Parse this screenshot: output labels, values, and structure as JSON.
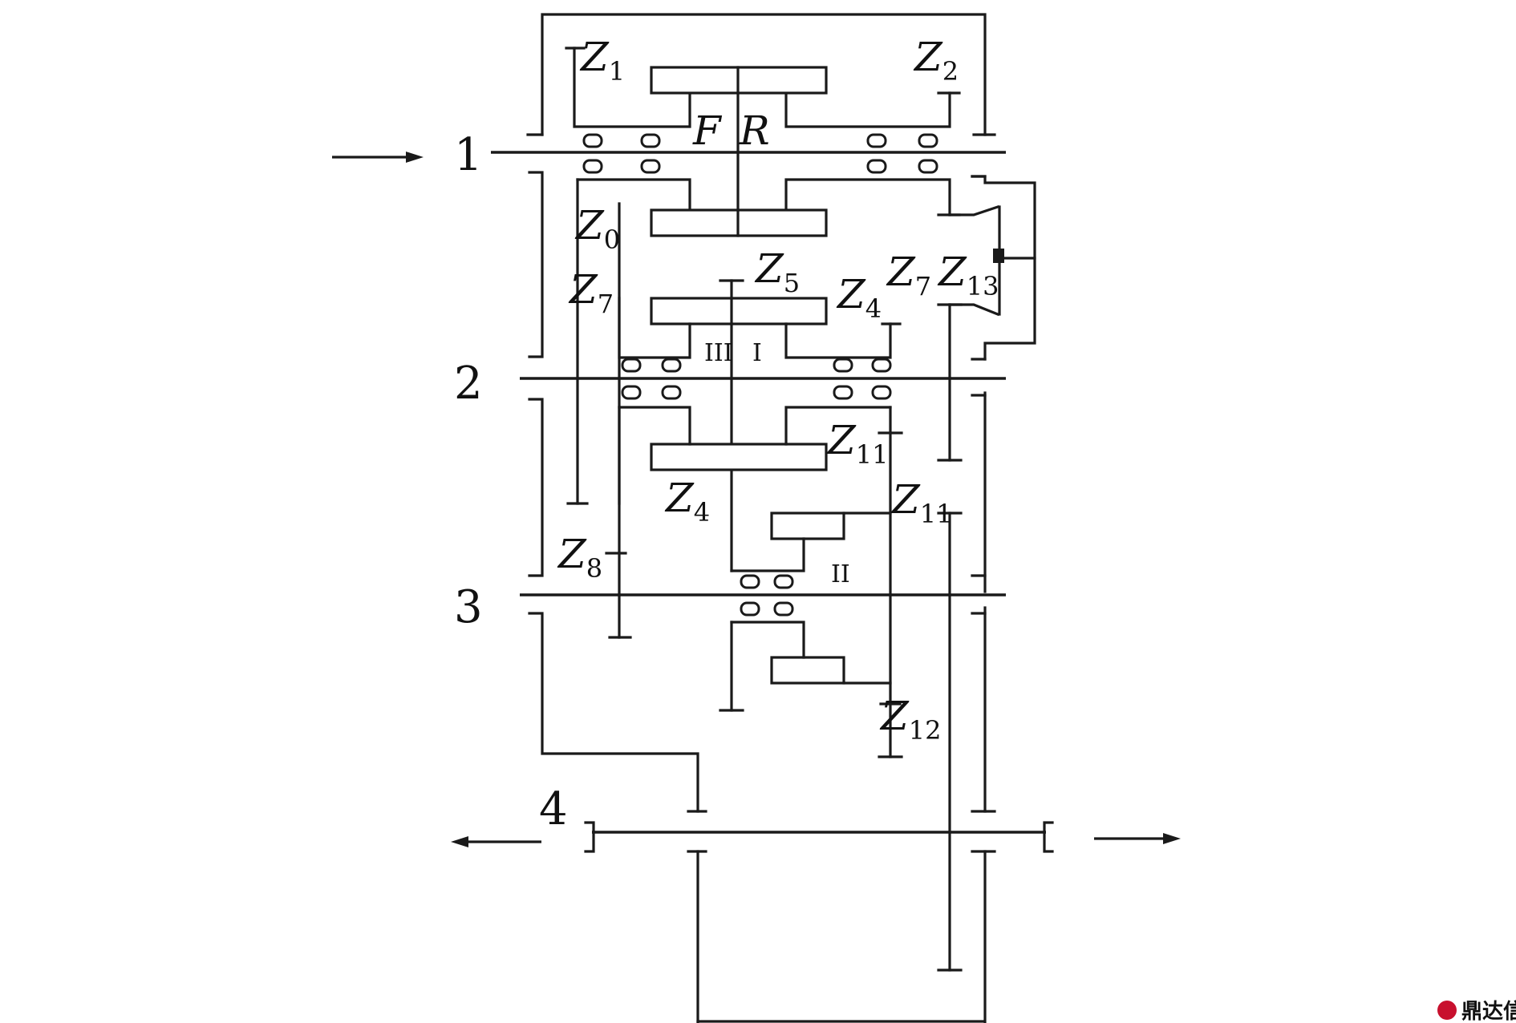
{
  "shafts": [
    {
      "id": "shaft-1",
      "label": "1"
    },
    {
      "id": "shaft-2",
      "label": "2"
    },
    {
      "id": "shaft-3",
      "label": "3"
    },
    {
      "id": "shaft-4",
      "label": "4"
    }
  ],
  "labels": {
    "F": "F",
    "R": "R",
    "z1": {
      "main": "Z",
      "sub": "1"
    },
    "z2": {
      "main": "Z",
      "sub": "2"
    },
    "z0": {
      "main": "Z",
      "sub": "0"
    },
    "z7_left": {
      "main": "Z",
      "sub": "7"
    },
    "z5": {
      "main": "Z",
      "sub": "5"
    },
    "z4_right": {
      "main": "Z",
      "sub": "4"
    },
    "z7_right": {
      "main": "Z",
      "sub": "7"
    },
    "z13": {
      "main": "Z",
      "sub": "13"
    },
    "z11_upper": {
      "main": "Z",
      "sub": "11"
    },
    "z4_lower": {
      "main": "Z",
      "sub": "4"
    },
    "z11_lower": {
      "main": "Z",
      "sub": "11"
    },
    "z8": {
      "main": "Z",
      "sub": "8"
    },
    "z12": {
      "main": "Z",
      "sub": "12"
    }
  },
  "clutch_marks": {
    "iii": "III",
    "i_upper": "I",
    "ii": "II"
  },
  "watermark": "鼎达信",
  "colors": {
    "line": "#1a1a1a",
    "watermark": "#c8102e",
    "background": "#ffffff"
  }
}
